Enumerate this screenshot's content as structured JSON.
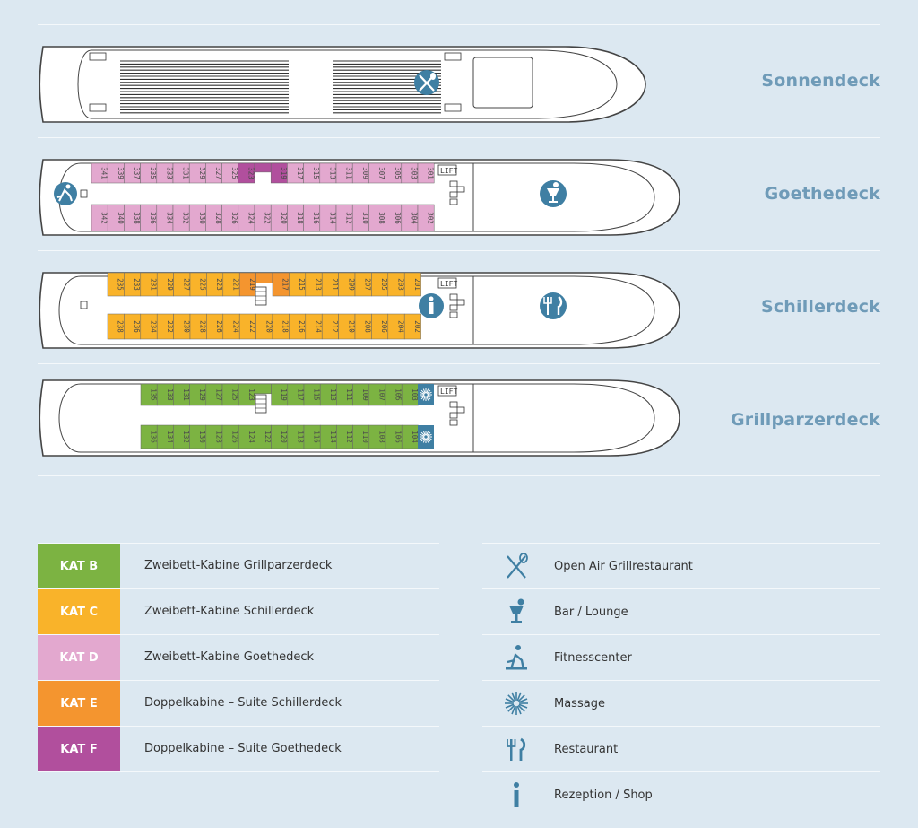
{
  "colors": {
    "kat_b": "#7cb342",
    "kat_c": "#f9b32a",
    "kat_d": "#e3a8cf",
    "kat_e": "#f4952f",
    "kat_f": "#b14f9d",
    "icon": "#3f7fa3",
    "label": "#6f9bb8"
  },
  "decks": [
    {
      "name": "Sonnendeck"
    },
    {
      "name": "Goethedeck"
    },
    {
      "name": "Schillerdeck"
    },
    {
      "name": "Grillparzerdeck"
    }
  ],
  "lift_label": "LIFT",
  "goethe_cabins": {
    "top": [
      "341",
      "339",
      "337",
      "335",
      "333",
      "331",
      "329",
      "327",
      "325",
      "323",
      "",
      "319",
      "317",
      "315",
      "313",
      "311",
      "309",
      "307",
      "305",
      "303",
      "301"
    ],
    "top_cat": [
      "d",
      "d",
      "d",
      "d",
      "d",
      "d",
      "d",
      "d",
      "d",
      "f",
      "f",
      "f",
      "d",
      "d",
      "d",
      "d",
      "d",
      "d",
      "d",
      "d",
      "d"
    ],
    "bottom": [
      "342",
      "340",
      "338",
      "336",
      "334",
      "332",
      "330",
      "328",
      "326",
      "324",
      "322",
      "320",
      "318",
      "316",
      "314",
      "312",
      "310",
      "308",
      "306",
      "304",
      "302"
    ]
  },
  "schiller_cabins": {
    "top": [
      "235",
      "233",
      "231",
      "229",
      "227",
      "225",
      "223",
      "221",
      "219",
      "",
      "217",
      "215",
      "213",
      "211",
      "209",
      "207",
      "205",
      "203",
      "201"
    ],
    "top_cat": [
      "c",
      "c",
      "c",
      "c",
      "c",
      "c",
      "c",
      "c",
      "e",
      "e",
      "e",
      "c",
      "c",
      "c",
      "c",
      "c",
      "c",
      "c",
      "c"
    ],
    "bottom": [
      "238",
      "236",
      "234",
      "232",
      "230",
      "228",
      "226",
      "224",
      "222",
      "220",
      "218",
      "216",
      "214",
      "212",
      "210",
      "208",
      "206",
      "204",
      "202"
    ]
  },
  "grill_cabins": {
    "top": [
      "135",
      "133",
      "131",
      "129",
      "127",
      "125",
      "123",
      "",
      "119",
      "117",
      "115",
      "113",
      "111",
      "109",
      "107",
      "105",
      "103"
    ],
    "bottom": [
      "136",
      "134",
      "132",
      "130",
      "128",
      "126",
      "124",
      "122",
      "120",
      "118",
      "116",
      "114",
      "112",
      "110",
      "108",
      "106",
      "104"
    ]
  },
  "categories": [
    {
      "code": "KAT B",
      "desc": "Zweibett-Kabine Grillparzerdeck",
      "color": "#7cb342"
    },
    {
      "code": "KAT C",
      "desc": "Zweibett-Kabine Schillerdeck",
      "color": "#f9b32a"
    },
    {
      "code": "KAT D",
      "desc": "Zweibett-Kabine Goethedeck",
      "color": "#e3a8cf"
    },
    {
      "code": "KAT E",
      "desc": "Doppelkabine – Suite Schillerdeck",
      "color": "#f4952f"
    },
    {
      "code": "KAT F",
      "desc": "Doppelkabine – Suite Goethedeck",
      "color": "#b14f9d"
    }
  ],
  "symbols": [
    {
      "icon": "grill-icon",
      "label": "Open Air Grillrestaurant"
    },
    {
      "icon": "bar-icon",
      "label": "Bar / Lounge"
    },
    {
      "icon": "fitness-icon",
      "label": "Fitnesscenter"
    },
    {
      "icon": "massage-icon",
      "label": "Massage"
    },
    {
      "icon": "restaurant-icon",
      "label": "Restaurant"
    },
    {
      "icon": "info-icon",
      "label": "Rezeption / Shop"
    }
  ]
}
